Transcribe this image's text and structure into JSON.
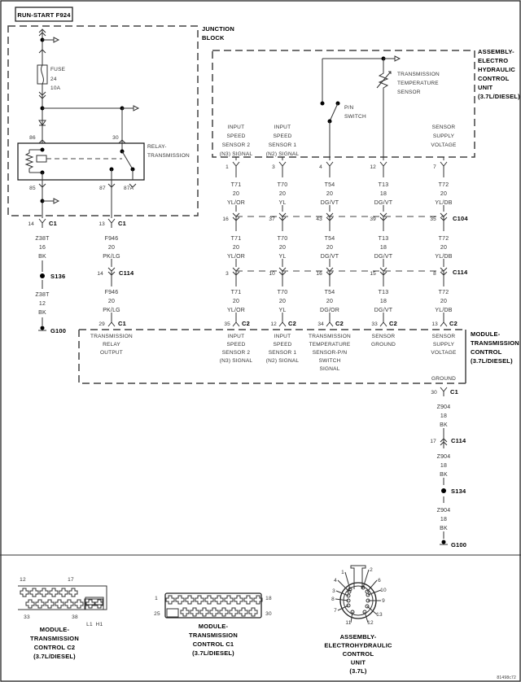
{
  "title_box": "RUN-START F924",
  "junction_block": {
    "label": [
      "JUNCTION",
      "BLOCK"
    ],
    "fuse": {
      "label": "FUSE",
      "number": "24",
      "rating": "10A"
    },
    "relay": {
      "label": [
        "RELAY-",
        "TRANSMISSION"
      ],
      "pins": {
        "p86": "86",
        "p30": "30",
        "p85": "85",
        "p87": "87",
        "p87a": "87A"
      }
    }
  },
  "left_ground_circuit": {
    "c1_pin": "14",
    "c1": "C1",
    "wire1": [
      "Z38T",
      "16",
      "BK"
    ],
    "splice": "S136",
    "wire2": [
      "Z38T",
      "12",
      "BK"
    ],
    "ground": "G100"
  },
  "relay_output_circuit": {
    "c1_pin": "13",
    "c1": "C1",
    "wire1": [
      "F946",
      "20",
      "PK/LG"
    ],
    "c114_pin": "14",
    "c114": "C114",
    "wire2": [
      "F946",
      "20",
      "PK/LG"
    ],
    "tcm_c1_pin": "29",
    "tcm_c1": "C1",
    "tcm_label": [
      "TRANSMISSION",
      "RELAY",
      "OUTPUT"
    ]
  },
  "ehcu": {
    "label": [
      "ASSEMBLY-",
      "ELECTRO",
      "HYDRAULIC",
      "CONTROL",
      "UNIT",
      "(3.7L/DIESEL)"
    ],
    "temp_sensor_label": [
      "TRANSMISSION",
      "TEMPERATURE",
      "SENSOR"
    ],
    "pn_switch_label": [
      "P/N",
      "SWITCH"
    ]
  },
  "connectors": {
    "c104": "C104",
    "c114": "C114",
    "c2": "C2"
  },
  "signal_columns": [
    {
      "ehcu_label": [
        "INPUT",
        "SPEED",
        "SENSOR 2",
        "(N3) SIGNAL"
      ],
      "ehcu_pin": "1",
      "wires": [
        [
          "T71",
          "20",
          "YL/OR"
        ],
        [
          "T71",
          "20",
          "YL/OR"
        ],
        [
          "T71",
          "20",
          "YL/OR"
        ]
      ],
      "c104_pin": "16",
      "c114_pin": "3",
      "c2_pin": "35",
      "tcm_label": [
        "INPUT",
        "SPEED",
        "SENSOR 2",
        "(N3) SIGNAL"
      ]
    },
    {
      "ehcu_label": [
        "INPUT",
        "SPEED",
        "SENSOR 1",
        "(N2) SIGNAL"
      ],
      "ehcu_pin": "3",
      "wires": [
        [
          "T70",
          "20",
          "YL"
        ],
        [
          "T70",
          "20",
          "YL"
        ],
        [
          "T70",
          "20",
          "YL"
        ]
      ],
      "c104_pin": "37",
      "c114_pin": "10",
      "c2_pin": "12",
      "tcm_label": [
        "INPUT",
        "SPEED",
        "SENSOR 1",
        "(N2) SIGNAL"
      ]
    },
    {
      "ehcu_label": [],
      "ehcu_pin": "4",
      "wires": [
        [
          "T54",
          "20",
          "DG/VT"
        ],
        [
          "T54",
          "20",
          "DG/VT"
        ],
        [
          "T54",
          "20",
          "DG/OR"
        ]
      ],
      "c104_pin": "43",
      "c114_pin": "16",
      "c2_pin": "34",
      "tcm_label": [
        "TRANSMISSION",
        "TEMPERATURE",
        "SENSOR-P/N",
        "SWITCH",
        "SIGNAL"
      ]
    },
    {
      "ehcu_label": [],
      "ehcu_pin": "12",
      "wires": [
        [
          "T13",
          "18",
          "DG/VT"
        ],
        [
          "T13",
          "18",
          "DG/VT"
        ],
        [
          "T13",
          "18",
          "DG/VT"
        ]
      ],
      "c104_pin": "39",
      "c114_pin": "15",
      "c2_pin": "33",
      "tcm_label": [
        "SENSOR",
        "GROUND"
      ]
    },
    {
      "ehcu_label": [
        "SENSOR",
        "SUPPLY",
        "VOLTAGE"
      ],
      "ehcu_pin": "7",
      "wires": [
        [
          "T72",
          "20",
          "YL/DB"
        ],
        [
          "T72",
          "20",
          "YL/DB"
        ],
        [
          "T72",
          "20",
          "YL/DB"
        ]
      ],
      "c104_pin": "35",
      "c114_pin": "8",
      "c2_pin": "13",
      "tcm_label": [
        "SENSOR",
        "SUPPLY",
        "VOLTAGE"
      ]
    }
  ],
  "tcm": {
    "label": [
      "MODULE-",
      "TRANSMISSION",
      "CONTROL",
      "(3.7L/DIESEL)"
    ],
    "ground_label": "GROUND"
  },
  "right_ground_circuit": {
    "c1_pin": "30",
    "c1": "C1",
    "wire1": [
      "Z904",
      "18",
      "BK"
    ],
    "c114_pin": "17",
    "c114": "C114",
    "wire2": [
      "Z904",
      "18",
      "BK"
    ],
    "splice": "S134",
    "wire3": [
      "Z904",
      "18",
      "BK"
    ],
    "ground": "G100"
  },
  "connector_views": {
    "tcm_c2": {
      "title": [
        "MODULE-",
        "TRANSMISSION",
        "CONTROL C2",
        "(3.7L/DIESEL)"
      ],
      "pin_labels": {
        "top_left": "12",
        "top_right": "17",
        "bottom_left": "33",
        "bottom_right": "38",
        "l1": "L1",
        "h1": "H1"
      }
    },
    "tcm_c1": {
      "title": [
        "MODULE-",
        "TRANSMISSION",
        "CONTROL C1",
        "(3.7L/DIESEL)"
      ],
      "pin_labels": {
        "top_left": "1",
        "top_right": "18",
        "bottom_left": "25",
        "bottom_right": "30"
      }
    },
    "ehcu": {
      "title": [
        "ASSEMBLY-",
        "ELECTROHYDRAULIC",
        "CONTROL",
        "UNIT",
        "(3.7L)"
      ],
      "pin_labels": [
        "1",
        "2",
        "3",
        "4",
        "6",
        "7",
        "8",
        "9",
        "10",
        "11",
        "12",
        "13"
      ]
    }
  },
  "figure_id": "81498c72"
}
